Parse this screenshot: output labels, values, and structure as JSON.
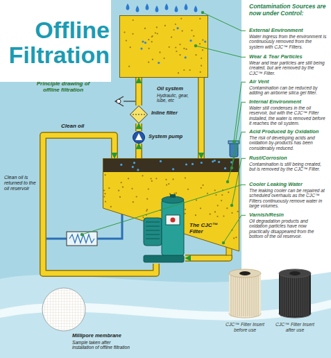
{
  "diagram": {
    "title": "Offline Filtration",
    "nodes": [
      {
        "text": [
          "Oil system",
          "Hydraulic, gear, lube, etc"
        ]
      },
      {
        "text": [
          "Inline filter"
        ]
      },
      {
        "text": [
          "System pump"
        ]
      },
      {
        "text": [
          "Clean oil is returned to the oil reservoir"
        ]
      },
      {
        "text": [
          "The CJC™ Filter"
        ]
      },
      {
        "text": [
          "Millipore membrane",
          "Sample taken after installation of offline filtration"
        ]
      },
      {
        "text": [
          "CJC™ Filter Insert before use"
        ]
      },
      {
        "text": [
          "CJC™ Filter Insert after use"
        ]
      }
    ],
    "edges": [
      {
        "from": 3,
        "to": 2,
        "arrow": "to"
      },
      {
        "from": 2,
        "to": 1,
        "arrow": "to"
      },
      {
        "from": 1,
        "to": 0,
        "arrow": "to"
      },
      {
        "from": 0,
        "to": 3,
        "arrow": "to"
      },
      {
        "from": 3,
        "to": 4,
        "arrow": "to"
      },
      {
        "from": 4,
        "to": 3,
        "label": "Clean oil",
        "arrow": "to"
      }
    ],
    "labels": [
      "Principle drawing of offline filtration",
      "Contamination Sources are now under Control:",
      "External Environment",
      "Water ingress from the environment is continuously removed from the system with CJC™ Filters.",
      "Wear & Tear Particles",
      "Wear and tear particles are still being created, but are removed by the CJC™ Filter.",
      "Air Vent",
      "Contamination can be reduced by adding an airborne silica gel filter.",
      "Internal Environment",
      "Water still condenses in the oil reservoir, but with the CJC™ Filter installed, the water is removed before it reaches the oil system.",
      "Acid Produced by Oxidation",
      "The risk of developing acids and oxidation by-products has been considerably reduced.",
      "Rust/Corrosion",
      "Contamination is still being created, but is removed by the CJC™ Filter.",
      "Cooler Leaking Water",
      "The leaking cooler can be repaired at scheduled overhauls as the CJC™ Filters continuously remove water in large volumes.",
      "Varnish/Resin",
      "Oil degradation products and oxidation particles have now practically disappeared from the bottom of the oil reservoir."
    ]
  }
}
